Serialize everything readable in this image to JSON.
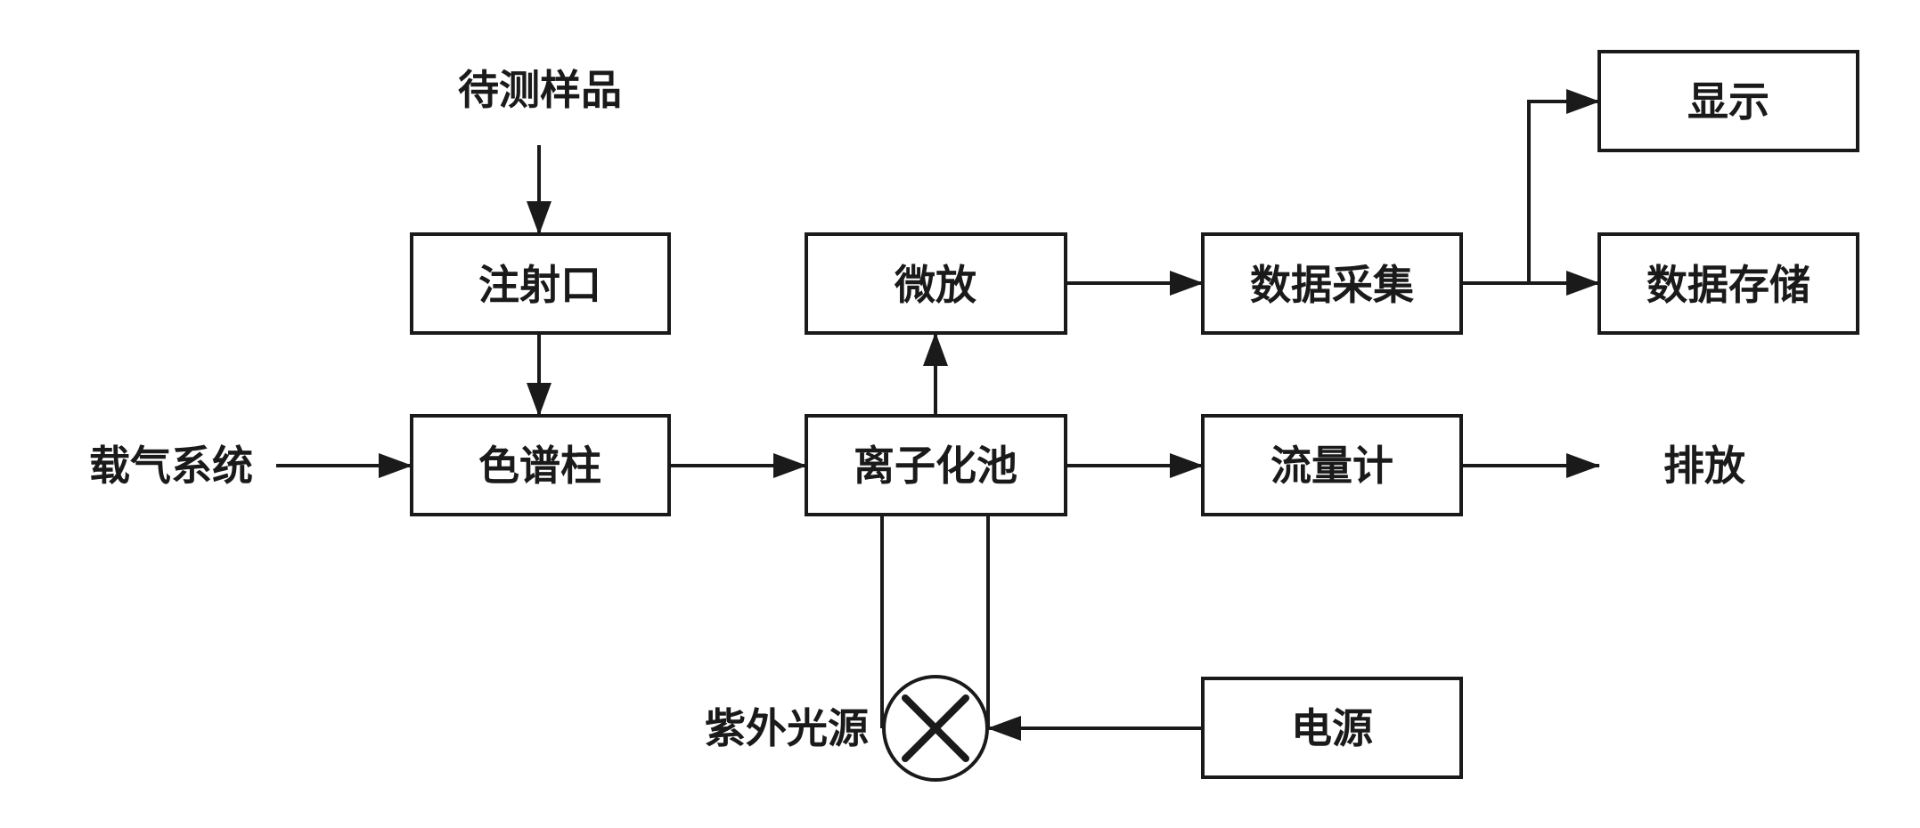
{
  "nodes": {
    "sample": {
      "label": "待测样品"
    },
    "injector": {
      "label": "注射口"
    },
    "carrier_gas": {
      "label": "载气系统"
    },
    "column": {
      "label": "色谱柱"
    },
    "ionization_cell": {
      "label": "离子化池"
    },
    "amplifier": {
      "label": "微放"
    },
    "data_acquisition": {
      "label": "数据采集"
    },
    "display": {
      "label": "显示"
    },
    "data_storage": {
      "label": "数据存储"
    },
    "flowmeter": {
      "label": "流量计"
    },
    "exhaust": {
      "label": "排放"
    },
    "uv_lamp": {
      "label": "紫外光源"
    },
    "power_supply": {
      "label": "电源"
    }
  },
  "edges": [
    {
      "from": "sample",
      "to": "injector"
    },
    {
      "from": "injector",
      "to": "column"
    },
    {
      "from": "carrier_gas",
      "to": "column"
    },
    {
      "from": "column",
      "to": "ionization_cell"
    },
    {
      "from": "ionization_cell",
      "to": "amplifier"
    },
    {
      "from": "amplifier",
      "to": "data_acquisition"
    },
    {
      "from": "data_acquisition",
      "to": "display"
    },
    {
      "from": "data_acquisition",
      "to": "data_storage"
    },
    {
      "from": "ionization_cell",
      "to": "flowmeter"
    },
    {
      "from": "flowmeter",
      "to": "exhaust"
    },
    {
      "from": "power_supply",
      "to": "uv_lamp"
    },
    {
      "from": "uv_lamp",
      "to": "ionization_cell"
    }
  ],
  "colors": {
    "stroke": "#1a1a1a",
    "background": "#ffffff"
  },
  "icons": {
    "uv_lamp": "circle-cross-icon"
  }
}
